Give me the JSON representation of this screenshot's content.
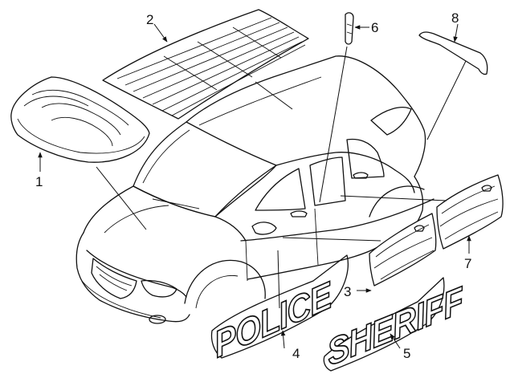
{
  "decals": {
    "police": "POLICE",
    "sheriff": "SHERIFF"
  },
  "callouts": [
    {
      "id": "1",
      "label": "1"
    },
    {
      "id": "2",
      "label": "2"
    },
    {
      "id": "3",
      "label": "3"
    },
    {
      "id": "4",
      "label": "4"
    },
    {
      "id": "5",
      "label": "5"
    },
    {
      "id": "6",
      "label": "6"
    },
    {
      "id": "7",
      "label": "7"
    },
    {
      "id": "8",
      "label": "8"
    }
  ]
}
